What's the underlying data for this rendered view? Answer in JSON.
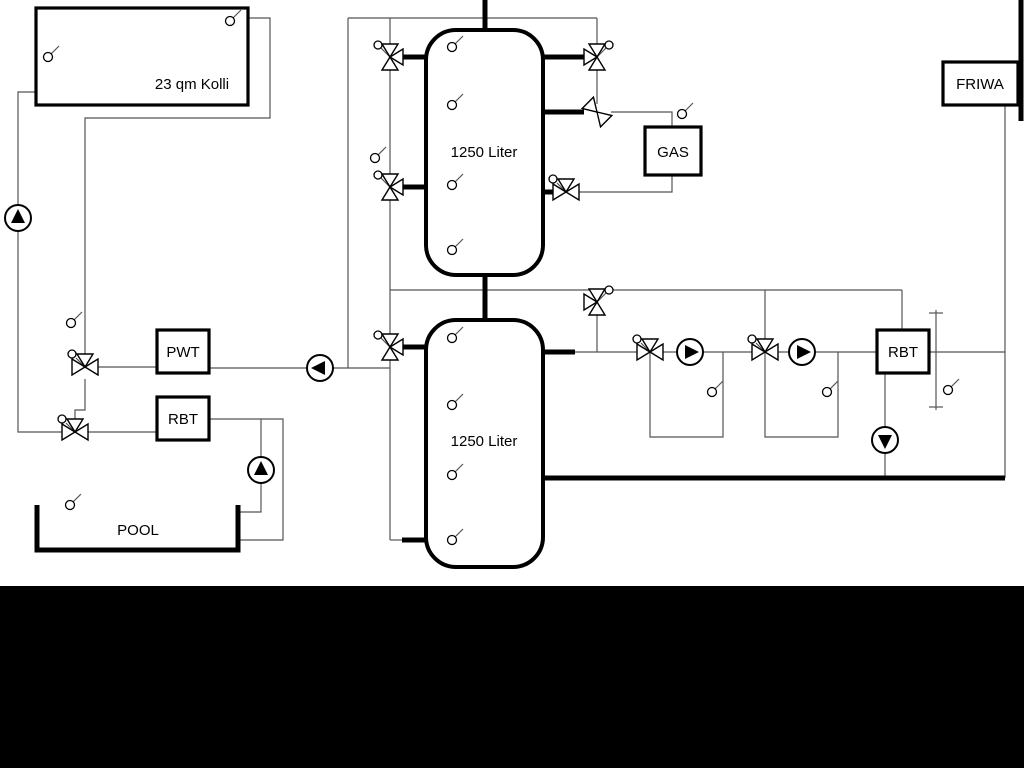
{
  "labels": {
    "collector": "23 qm Kolli",
    "tank_top": "1250 Liter",
    "tank_bottom": "1250 Liter",
    "pwt": "PWT",
    "rbt_left": "RBT",
    "rbt_right": "RBT",
    "gas": "GAS",
    "friwa": "FRIWA",
    "pool": "POOL"
  },
  "colors": {
    "thin_line": "#555555",
    "pipe": "#000000",
    "background": "#ffffff",
    "bottom_band": "#000000"
  },
  "icons": {
    "pump-icon": "circle with filled triangle showing flow direction",
    "three-way-valve-icon": "triangle bowtie valve with actuator circle",
    "check-valve-icon": "diagonal bowtie valve",
    "sensor-icon": "small circle with stem (temperature sensor)"
  }
}
